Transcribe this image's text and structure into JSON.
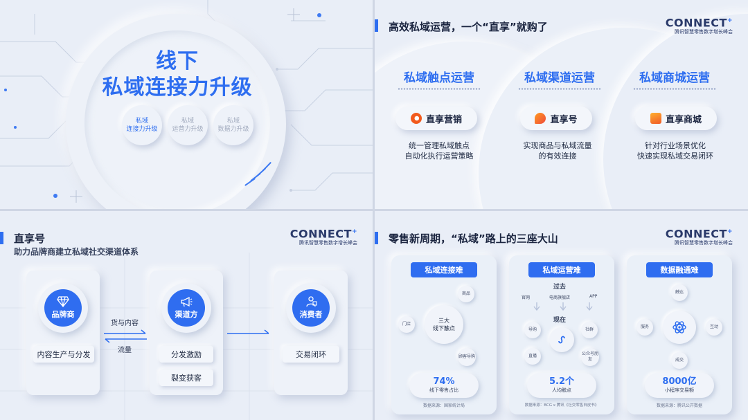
{
  "panel1": {
    "title_line1": "线下",
    "title_line2": "私域连接力升级",
    "bubbles": [
      {
        "line1": "私域",
        "line2": "连接力升级"
      },
      {
        "line1": "私域",
        "line2": "运营力升级"
      },
      {
        "line1": "私域",
        "line2": "数据力升级"
      }
    ]
  },
  "logo": {
    "word": "CONNECT",
    "plus": "+",
    "tagline": "腾讯智慧零售数字增长峰会"
  },
  "panel2": {
    "header": "高效私域运营，一个“直享”就购了",
    "columns": [
      {
        "title": "私域触点运营",
        "product": "直享营销",
        "desc1": "统一管理私域触点",
        "desc2": "自动化执行运营策略"
      },
      {
        "title": "私域渠道运营",
        "product": "直享号",
        "desc1": "实现商品与私域流量",
        "desc2": "的有效连接"
      },
      {
        "title": "私域商城运营",
        "product": "直享商城",
        "desc1": "针对行业场景优化",
        "desc2": "快速实现私域交易闭环"
      }
    ]
  },
  "panel3": {
    "header": "直享号",
    "subheader": "助力品牌商建立私域社交渠道体系",
    "brand": "品牌商",
    "channel": "渠道方",
    "consumer": "消费者",
    "brand_box": "内容生产与分发",
    "channel_box1": "分发激励",
    "channel_box2": "裂变获客",
    "consumer_box": "交易闭环",
    "arrow_top": "货与内容",
    "arrow_bottom": "流量"
  },
  "panel4": {
    "header": "零售新周期，“私域”路上的三座大山",
    "cards": [
      {
        "tag": "私域连接难",
        "center1": "三大",
        "center2": "线下触点",
        "nodes": [
          "商品",
          "门店",
          "顾客导购"
        ],
        "stat_value": "74%",
        "stat_label": "线下零售占比",
        "source": "数据来源：国家统计局"
      },
      {
        "tag": "私域运营难",
        "past": "过去",
        "now": "现在",
        "past_items": [
          "官网",
          "电商旗舰店",
          "APP"
        ],
        "now_nodes": [
          "导购",
          "社群",
          "直播",
          "公众号朋友"
        ],
        "stat_value": "5.2个",
        "stat_label": "人均触点",
        "source": "数据来源：BCG x 腾讯《社交零售白皮书》"
      },
      {
        "tag": "数据融通难",
        "nodes": [
          "触达",
          "服务",
          "互动",
          "成交"
        ],
        "stat_value": "8000亿",
        "stat_label": "小程序交易额",
        "source": "数据来源：腾讯公开数据"
      }
    ]
  },
  "colors": {
    "accent": "#2e6ef0",
    "background": "#e9eef7"
  }
}
